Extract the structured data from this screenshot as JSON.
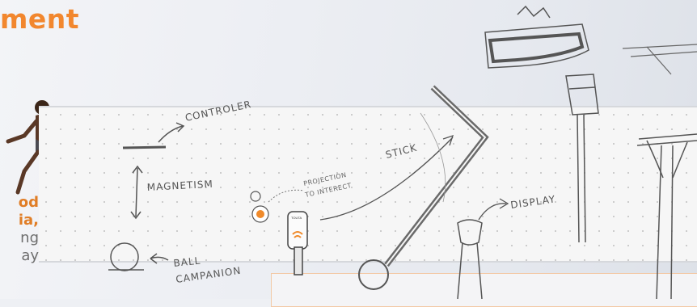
{
  "header": {
    "title_fragment": "ment"
  },
  "side_text": {
    "line1": "od",
    "line2": "ia,",
    "line3": "ng",
    "line4": "ay"
  },
  "sketch": {
    "label_controller": "CONTROLER",
    "label_magnetism": "MAGNETISM",
    "label_ball_1": "BALL",
    "label_ball_2": "CAMPANION",
    "label_projection_1": "PROJECTION",
    "label_projection_2": "TO INTERECT",
    "label_stick": "STICK",
    "label_display": "DISPLAY",
    "device_label": "TOUTA"
  },
  "colors": {
    "accent_orange": "#f2872e",
    "sketch_stroke": "#555555"
  }
}
